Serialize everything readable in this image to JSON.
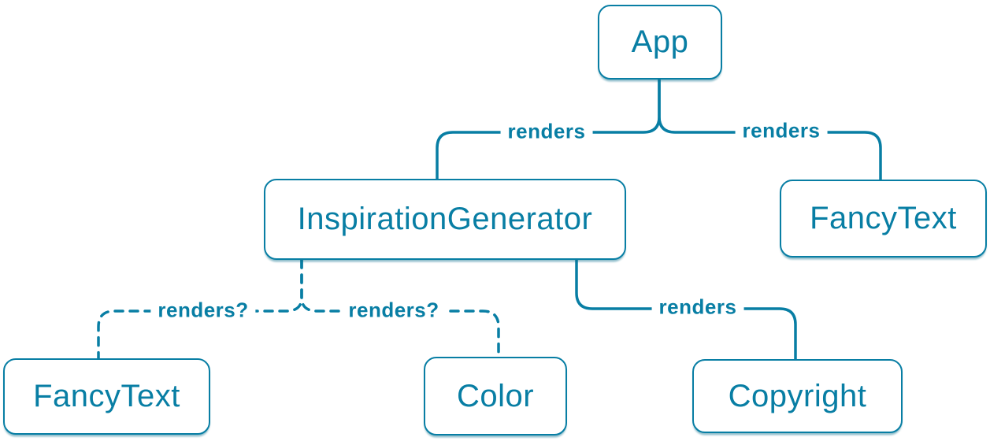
{
  "diagram": {
    "colors": {
      "accent": "#087ea4",
      "node_background": "#ffffff",
      "page_background": "#ffffff"
    },
    "nodes": [
      {
        "id": "app",
        "label": "App"
      },
      {
        "id": "inspiration-generator",
        "label": "InspirationGenerator"
      },
      {
        "id": "fancy-text-top",
        "label": "FancyText"
      },
      {
        "id": "fancy-text-bottom",
        "label": "FancyText"
      },
      {
        "id": "color",
        "label": "Color"
      },
      {
        "id": "copyright",
        "label": "Copyright"
      }
    ],
    "edges": [
      {
        "from": "App",
        "to": "InspirationGenerator",
        "label": "renders",
        "style": "solid"
      },
      {
        "from": "App",
        "to": "FancyText",
        "label": "renders",
        "style": "solid"
      },
      {
        "from": "InspirationGenerator",
        "to": "FancyText",
        "label": "renders?",
        "style": "dashed"
      },
      {
        "from": "InspirationGenerator",
        "to": "Color",
        "label": "renders?",
        "style": "dashed"
      },
      {
        "from": "InspirationGenerator",
        "to": "Copyright",
        "label": "renders",
        "style": "solid"
      }
    ]
  }
}
